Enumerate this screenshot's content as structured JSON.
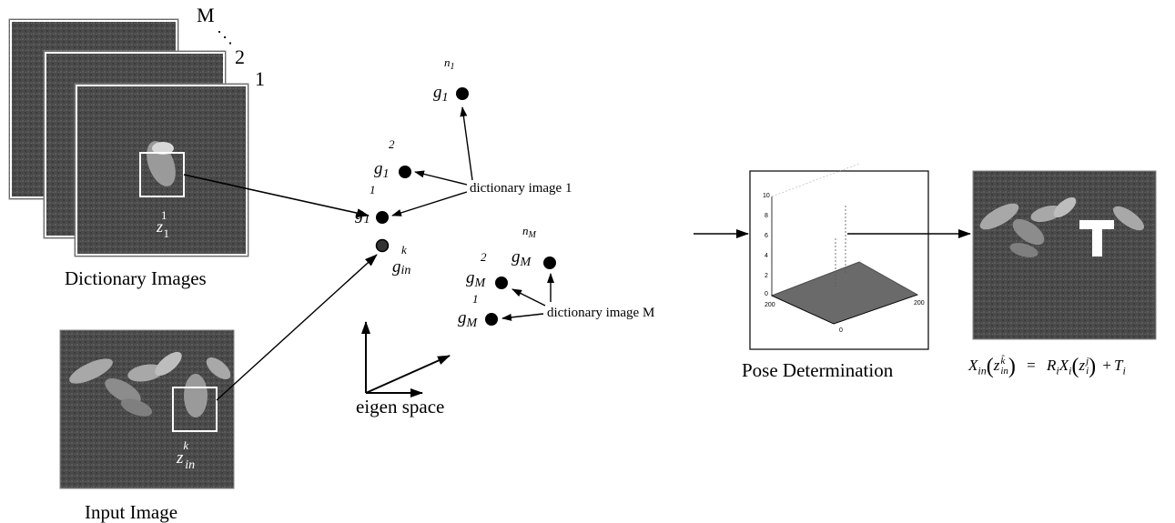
{
  "captions": {
    "dictionary_images": "Dictionary Images",
    "input_image": "Input Image",
    "eigen_space": "eigen space",
    "pose_determination": "Pose Determination"
  },
  "stack": {
    "label_M": "M",
    "dots": "⋱",
    "label_2": "2",
    "label_1": "1"
  },
  "image_labels": {
    "dict_z": {
      "base": "z",
      "sup": "1",
      "sub": "1"
    },
    "input_z": {
      "base": "z",
      "sup": "k",
      "sub": "in"
    }
  },
  "points": {
    "g1_1": {
      "base": "g",
      "sub": "1",
      "sup": "1"
    },
    "g1_2": {
      "base": "g",
      "sub": "1",
      "sup": "2"
    },
    "g1_n1": {
      "base": "g",
      "sub": "1",
      "sup": "n",
      "sup_sub": "1"
    },
    "gM_1": {
      "base": "g",
      "sub": "M",
      "sup": "1"
    },
    "gM_2": {
      "base": "g",
      "sub": "M",
      "sup": "2"
    },
    "gM_nM": {
      "base": "g",
      "sub": "M",
      "sup": "n",
      "sup_sub": "M"
    },
    "gin_k": {
      "base": "g",
      "sub": "in",
      "sup": "k"
    }
  },
  "annotations": {
    "dict_image_1": "dictionary image 1",
    "dict_image_M": "dictionary image M"
  },
  "plot_ticks": {
    "z_top": "10",
    "z_mid1": "8",
    "z_mid2": "6",
    "z_mid3": "4",
    "z_mid4": "2",
    "z_zero": "0",
    "x_left": "200",
    "x_right": "200",
    "x_zero": "0"
  },
  "equation": {
    "lhs_X": "X",
    "lhs_sub": "in",
    "z_hat": "z",
    "z_hat_sup": "k̂",
    "z_hat_sub": "in",
    "equals": "=",
    "R": "R",
    "R_sub": "i",
    "X": "X",
    "X_sub": "i",
    "z": "z",
    "z_sup": "j",
    "z_sub": "i",
    "plus": "+",
    "T": "T",
    "T_sub": "i"
  },
  "colors": {
    "photo_dark": "#3a3a3a",
    "photo_mid": "#555555",
    "frame": "#ffffff",
    "point": "#000000",
    "plot_surface": "#6a6a6a"
  }
}
